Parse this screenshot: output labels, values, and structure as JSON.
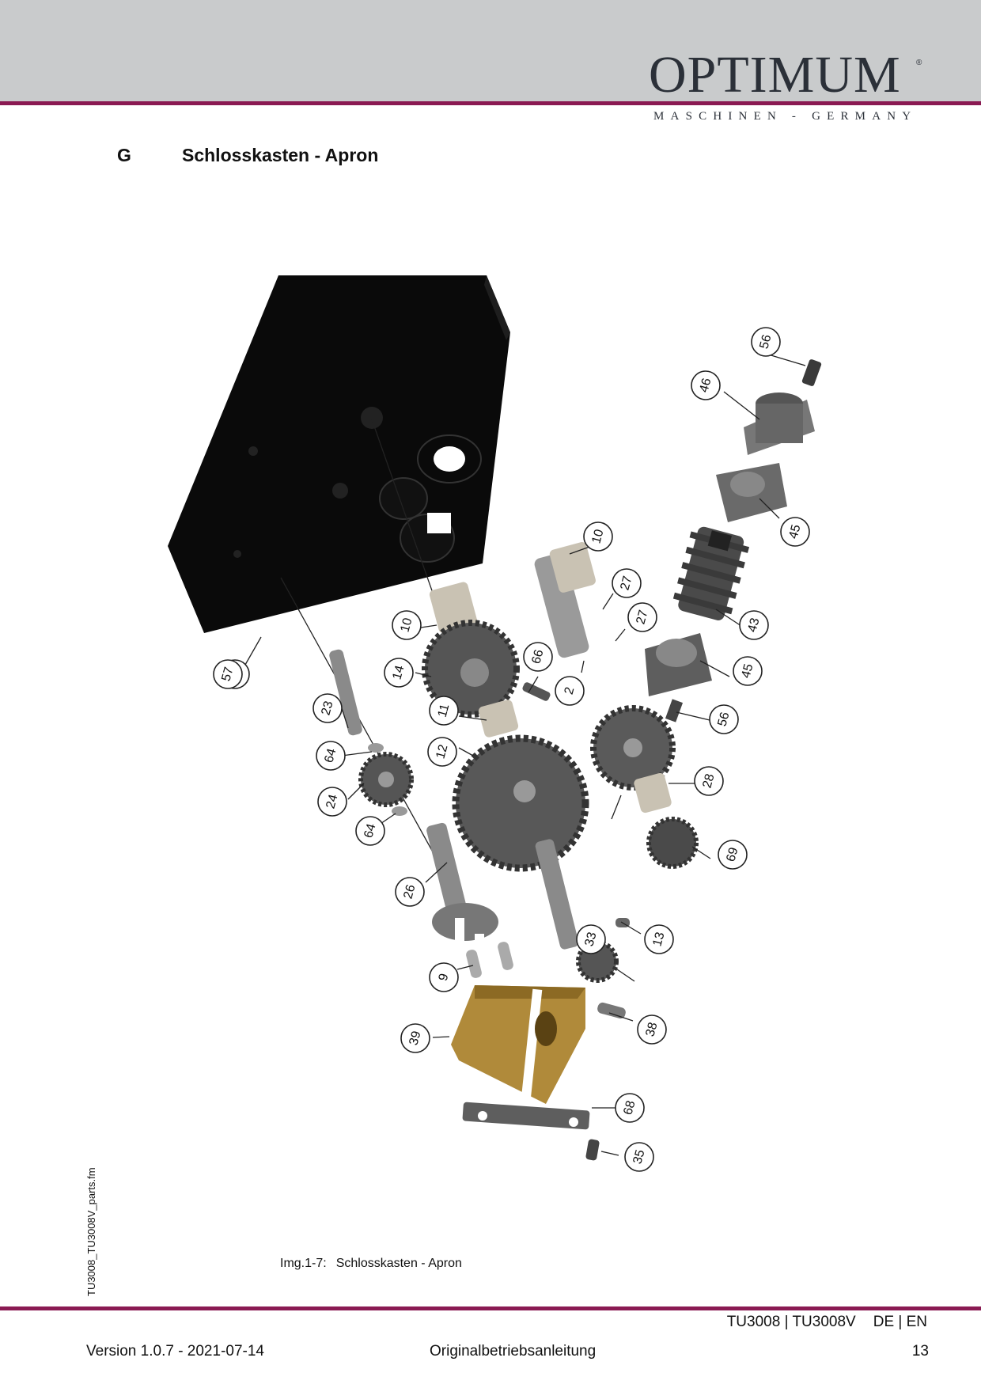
{
  "header": {
    "logo": "OPTIMUM",
    "logo_reg": "®",
    "tagline": "MASCHINEN - GERMANY"
  },
  "section": {
    "letter": "G",
    "title": "Schlosskasten - Apron"
  },
  "figure": {
    "callouts": [
      "56",
      "46",
      "45",
      "10",
      "27",
      "27",
      "43",
      "45",
      "56",
      "28",
      "69",
      "1",
      "10",
      "14",
      "66",
      "2",
      "11",
      "12",
      "23",
      "64",
      "24",
      "64",
      "26",
      "33",
      "13",
      "9",
      "38",
      "39",
      "68",
      "35",
      "57"
    ]
  },
  "caption": {
    "label": "Img.1-7:",
    "text": "Schlosskasten - Apron"
  },
  "side_label": "TU3008_TU3008V_parts.fm",
  "footer": {
    "model": "TU3008 | TU3008V",
    "lang": "DE | EN",
    "version": "Version 1.0.7 - 2021-07-14",
    "doc": "Originalbetriebsanleitung",
    "page": "13"
  },
  "colors": {
    "accent": "#8a1a52",
    "header_band": "#c9cbcc",
    "logo": "#2b3038",
    "housing": "#0a0a0a",
    "gear": "#5a5a5a",
    "brass": "#b08a3a"
  }
}
